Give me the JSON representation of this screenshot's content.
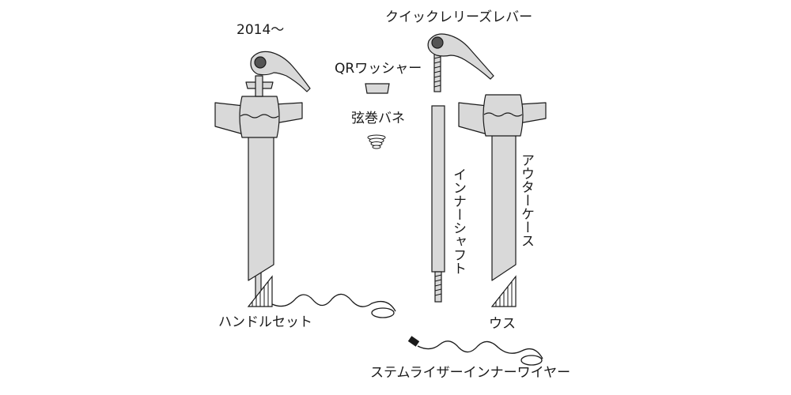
{
  "labels": {
    "year": "2014～",
    "quick_release_lever": "クイックレリーズレバー",
    "qr_washer": "QRワッシャー",
    "spring": "弦巻バネ",
    "inner_shaft": "インナーシャフト",
    "outer_case": "アウターケース",
    "handle_set": "ハンドルセット",
    "usu": "ウス",
    "inner_wire": "ステムライザーインナーワイヤー"
  },
  "colors": {
    "part_fill": "#d9d9d9",
    "line": "#1a1a1a",
    "knob": "#555555"
  }
}
